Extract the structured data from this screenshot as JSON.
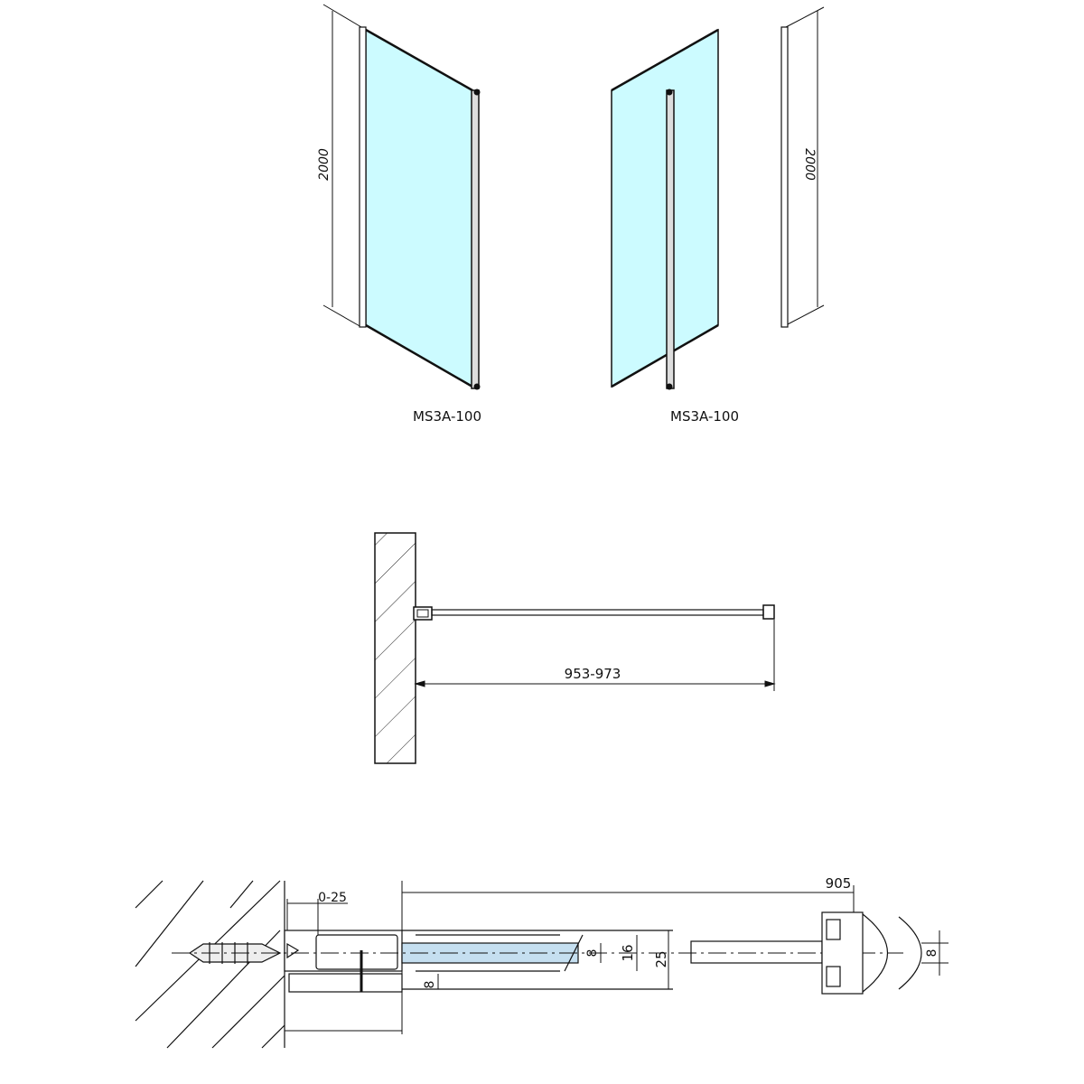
{
  "top_views": {
    "left": {
      "height_label": "2000",
      "model_label": "MS3A-100"
    },
    "right": {
      "height_label": "2000",
      "model_label": "MS3A-100"
    }
  },
  "plan_view": {
    "width_label": "953-973"
  },
  "detail_view": {
    "glass_length_label": "905",
    "adjust_label": "0-25",
    "glass_thickness_label": "8",
    "channel_label": "16",
    "profile_label": "25",
    "bottom_offset_label": "8",
    "clamp_glass_label": "8"
  },
  "colors": {
    "glass_top": "#ccfbff",
    "glass_detail": "#c5dff0",
    "line": "#111111"
  }
}
